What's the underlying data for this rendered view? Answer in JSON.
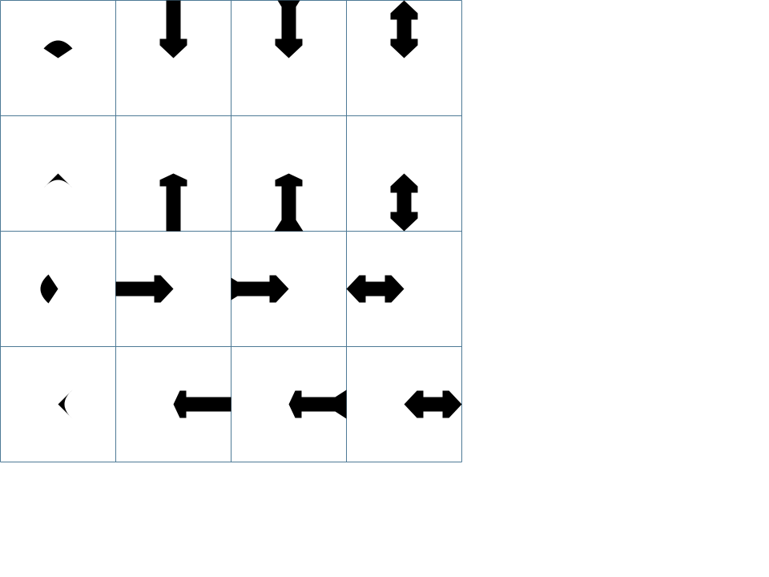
{
  "colors": {
    "background": "#ffffff",
    "grid_line": "#4e7a96",
    "shape_fill": "#000000"
  },
  "grid": {
    "rows": 4,
    "cols": 4
  },
  "cells": [
    {
      "row": 0,
      "col": 0,
      "shape": "cap-icon",
      "direction": "down"
    },
    {
      "row": 0,
      "col": 1,
      "shape": "arrow-icon",
      "direction": "down"
    },
    {
      "row": 0,
      "col": 2,
      "shape": "arrow-with-tail-icon",
      "direction": "down"
    },
    {
      "row": 0,
      "col": 3,
      "shape": "double-arrow-icon",
      "direction": "vertical"
    },
    {
      "row": 1,
      "col": 0,
      "shape": "cap-icon",
      "direction": "up"
    },
    {
      "row": 1,
      "col": 1,
      "shape": "arrow-icon",
      "direction": "up"
    },
    {
      "row": 1,
      "col": 2,
      "shape": "arrow-with-tail-icon",
      "direction": "up"
    },
    {
      "row": 1,
      "col": 3,
      "shape": "double-arrow-icon",
      "direction": "vertical"
    },
    {
      "row": 2,
      "col": 0,
      "shape": "cap-icon",
      "direction": "right"
    },
    {
      "row": 2,
      "col": 1,
      "shape": "arrow-icon",
      "direction": "right"
    },
    {
      "row": 2,
      "col": 2,
      "shape": "arrow-with-tail-icon",
      "direction": "right"
    },
    {
      "row": 2,
      "col": 3,
      "shape": "double-arrow-icon",
      "direction": "horizontal"
    },
    {
      "row": 3,
      "col": 0,
      "shape": "cap-icon",
      "direction": "left"
    },
    {
      "row": 3,
      "col": 1,
      "shape": "arrow-icon",
      "direction": "left"
    },
    {
      "row": 3,
      "col": 2,
      "shape": "arrow-with-tail-icon",
      "direction": "left"
    },
    {
      "row": 3,
      "col": 3,
      "shape": "double-arrow-icon",
      "direction": "horizontal"
    }
  ]
}
